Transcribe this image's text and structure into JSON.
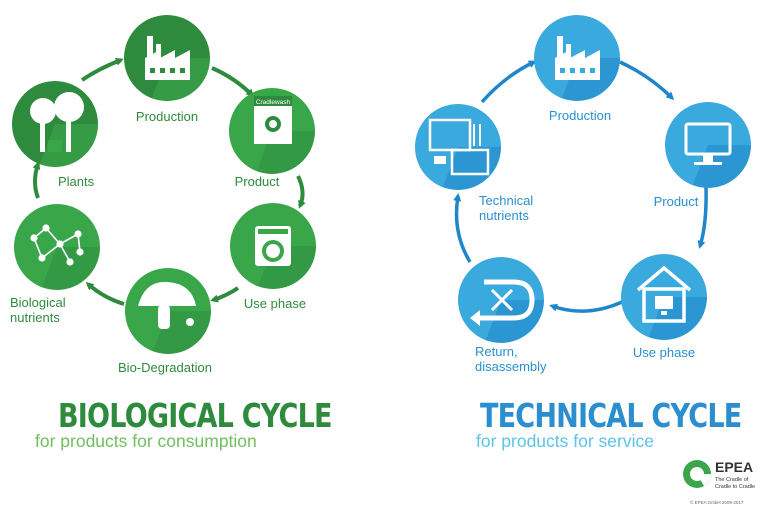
{
  "colors": {
    "green_dark": "#2e8b3e",
    "green_mid": "#3aa64a",
    "green_light": "#6fbf5e",
    "blue_dark": "#1f86c9",
    "blue_mid": "#3aa9dd",
    "blue_light": "#5cc3ea"
  },
  "biological": {
    "title": "BIOLOGICAL CYCLE",
    "subtitle": "for products for consumption",
    "stages": [
      {
        "label": "Production",
        "icon": "factory-icon"
      },
      {
        "label": "Product",
        "icon": "detergent-box-icon",
        "product_text": "Cradlewash"
      },
      {
        "label": "Use phase",
        "icon": "washing-machine-icon"
      },
      {
        "label": "Bio-Degradation",
        "icon": "mushroom-icon"
      },
      {
        "label_line1": "Biological",
        "label_line2": "nutrients",
        "icon": "molecule-network-icon"
      },
      {
        "label": "Plants",
        "icon": "trees-icon"
      }
    ]
  },
  "technical": {
    "title": "TECHNICAL CYCLE",
    "subtitle": "for products for service",
    "stages": [
      {
        "label": "Production",
        "icon": "factory-icon"
      },
      {
        "label": "Product",
        "icon": "monitor-icon"
      },
      {
        "label": "Use phase",
        "icon": "house-monitor-icon"
      },
      {
        "label_line1": "Return,",
        "label_line2": "disassembly",
        "icon": "tools-return-icon"
      },
      {
        "label_line1": "Technical",
        "label_line2": "nutrients",
        "icon": "components-icon"
      }
    ]
  },
  "logo": {
    "name": "EPEA",
    "tagline_line1": "The Cradle of",
    "tagline_line2": "Cradle to Cradle",
    "copyright": "© EPEA GmbH 2009-2017"
  }
}
